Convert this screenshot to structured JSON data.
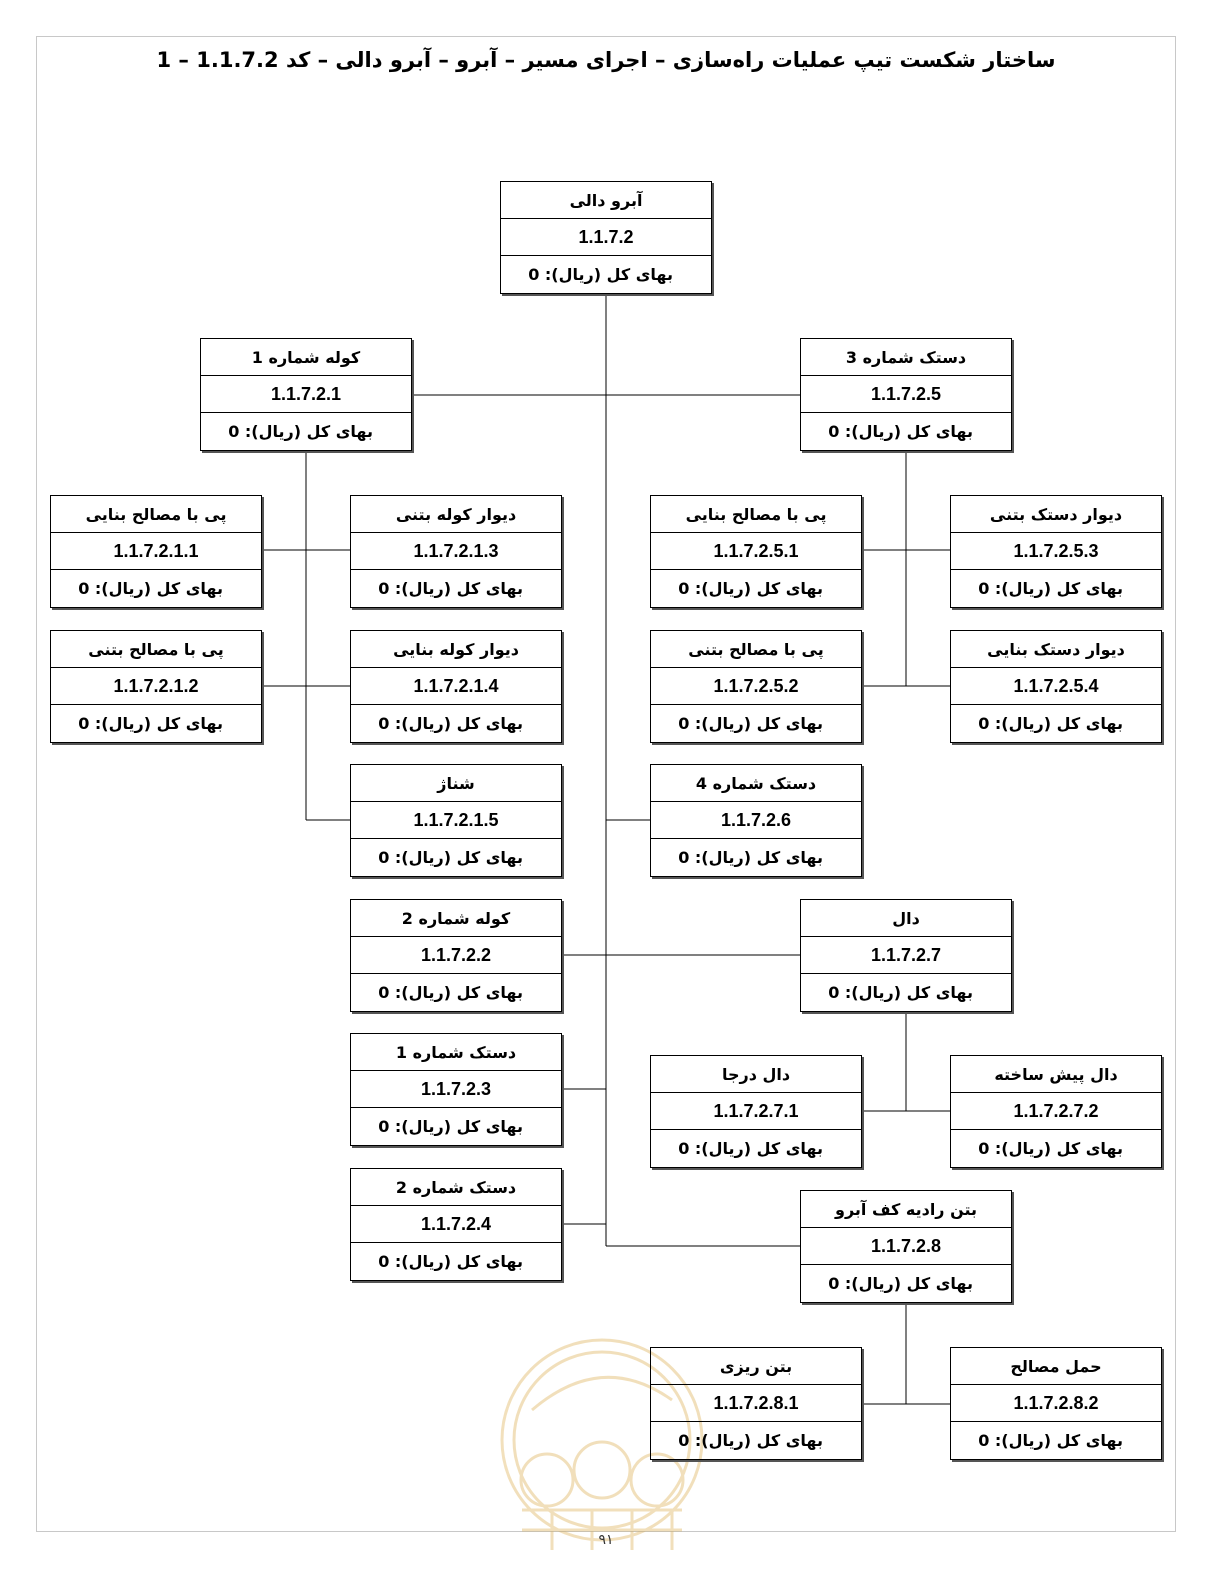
{
  "title": "ساختار شکست تیپ عملیات راه‌سازی – اجرای مسیر – آبرو – آبرو دالی – کد 1.1.7.2 – 1",
  "cost_label": "بهای کل (ریال): 0",
  "nodes": [
    {
      "id": "root",
      "name": "آبرو دالی",
      "code": "1.1.7.2"
    },
    {
      "id": "n1",
      "name": "کوله شماره 1",
      "code": "1.1.7.2.1"
    },
    {
      "id": "n5",
      "name": "دستک شماره 3",
      "code": "1.1.7.2.5"
    },
    {
      "id": "n1_1",
      "name": "پی با مصالح بنایی",
      "code": "1.1.7.2.1.1"
    },
    {
      "id": "n1_3",
      "name": "دیوار کوله بتنی",
      "code": "1.1.7.2.1.3"
    },
    {
      "id": "n5_1",
      "name": "پی با مصالح بنایی",
      "code": "1.1.7.2.5.1"
    },
    {
      "id": "n5_3",
      "name": "دیوار دستک بتنی",
      "code": "1.1.7.2.5.3"
    },
    {
      "id": "n1_2",
      "name": "پی با مصالح بتنی",
      "code": "1.1.7.2.1.2"
    },
    {
      "id": "n1_4",
      "name": "دیوار کوله بنایی",
      "code": "1.1.7.2.1.4"
    },
    {
      "id": "n5_2",
      "name": "پی با مصالح بتنی",
      "code": "1.1.7.2.5.2"
    },
    {
      "id": "n5_4",
      "name": "دیوار دستک بنایی",
      "code": "1.1.7.2.5.4"
    },
    {
      "id": "n1_5",
      "name": "شناژ",
      "code": "1.1.7.2.1.5"
    },
    {
      "id": "n6",
      "name": "دستک شماره 4",
      "code": "1.1.7.2.6"
    },
    {
      "id": "n2",
      "name": "کوله شماره 2",
      "code": "1.1.7.2.2"
    },
    {
      "id": "n7",
      "name": "دال",
      "code": "1.1.7.2.7"
    },
    {
      "id": "n3",
      "name": "دستک شماره 1",
      "code": "1.1.7.2.3"
    },
    {
      "id": "n7_1",
      "name": "دال درجا",
      "code": "1.1.7.2.7.1"
    },
    {
      "id": "n7_2",
      "name": "دال پیش ساخته",
      "code": "1.1.7.2.7.2"
    },
    {
      "id": "n4",
      "name": "دستک شماره 2",
      "code": "1.1.7.2.4"
    },
    {
      "id": "n8",
      "name": "بتن رادیه کف آبرو",
      "code": "1.1.7.2.8"
    },
    {
      "id": "n8_1",
      "name": "بتن ریزی",
      "code": "1.1.7.2.8.1"
    },
    {
      "id": "n8_2",
      "name": "حمل مصالح",
      "code": "1.1.7.2.8.2"
    }
  ],
  "page_number": "۹۱"
}
